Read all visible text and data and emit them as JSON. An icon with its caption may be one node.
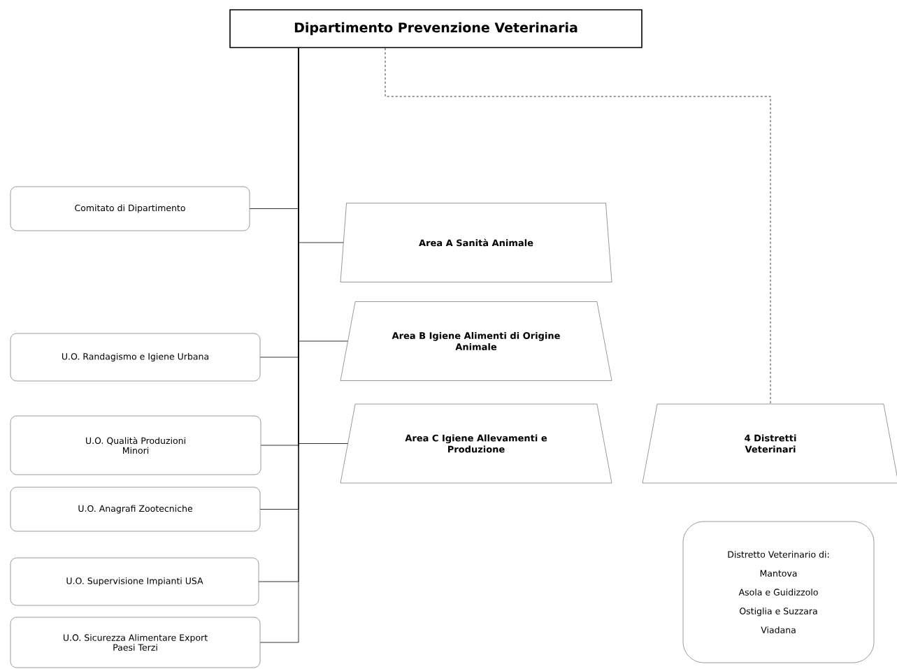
{
  "diagram": {
    "nodes": [
      {
        "text": [
          "Dipartimento Prevenzione Veterinaria"
        ]
      },
      {
        "text": [
          "Comitato di Dipartimento"
        ]
      },
      {
        "text": [
          "Area A Sanità Animale"
        ]
      },
      {
        "text": [
          "Area B Igiene Alimenti di Origine Animale"
        ]
      },
      {
        "text": [
          "U.O. Randagismo e Igiene Urbana"
        ]
      },
      {
        "text": [
          "Area C Igiene Allevamenti e Produzione"
        ]
      },
      {
        "text": [
          "4 Distretti Veterinari"
        ]
      },
      {
        "text": [
          "U.O. Qualità Produzioni Minori"
        ]
      },
      {
        "text": [
          "U.O. Anagrafi Zootecniche"
        ]
      },
      {
        "text": [
          "U.O. Supervisione Impianti USA"
        ]
      },
      {
        "text": [
          "U.O. Sicurezza Alimentare Export Paesi Terzi"
        ]
      },
      {
        "text": [
          "Distretto Veterinario di:",
          "Mantova",
          "Asola e Guidizzolo",
          "Ostiglia e Suzzara",
          "Viadana"
        ]
      }
    ],
    "edges": [
      {
        "from": 0,
        "to": 1,
        "arrow": "none"
      },
      {
        "from": 0,
        "to": 2,
        "arrow": "none"
      },
      {
        "from": 0,
        "to": 3,
        "arrow": "none"
      },
      {
        "from": 0,
        "to": 4,
        "arrow": "none"
      },
      {
        "from": 0,
        "to": 5,
        "arrow": "none"
      },
      {
        "from": 0,
        "to": 7,
        "arrow": "none"
      },
      {
        "from": 0,
        "to": 8,
        "arrow": "none"
      },
      {
        "from": 0,
        "to": 9,
        "arrow": "none"
      },
      {
        "from": 0,
        "to": 10,
        "arrow": "none"
      },
      {
        "from": 0,
        "to": 6,
        "arrow": "none",
        "style": "dashed"
      }
    ]
  }
}
